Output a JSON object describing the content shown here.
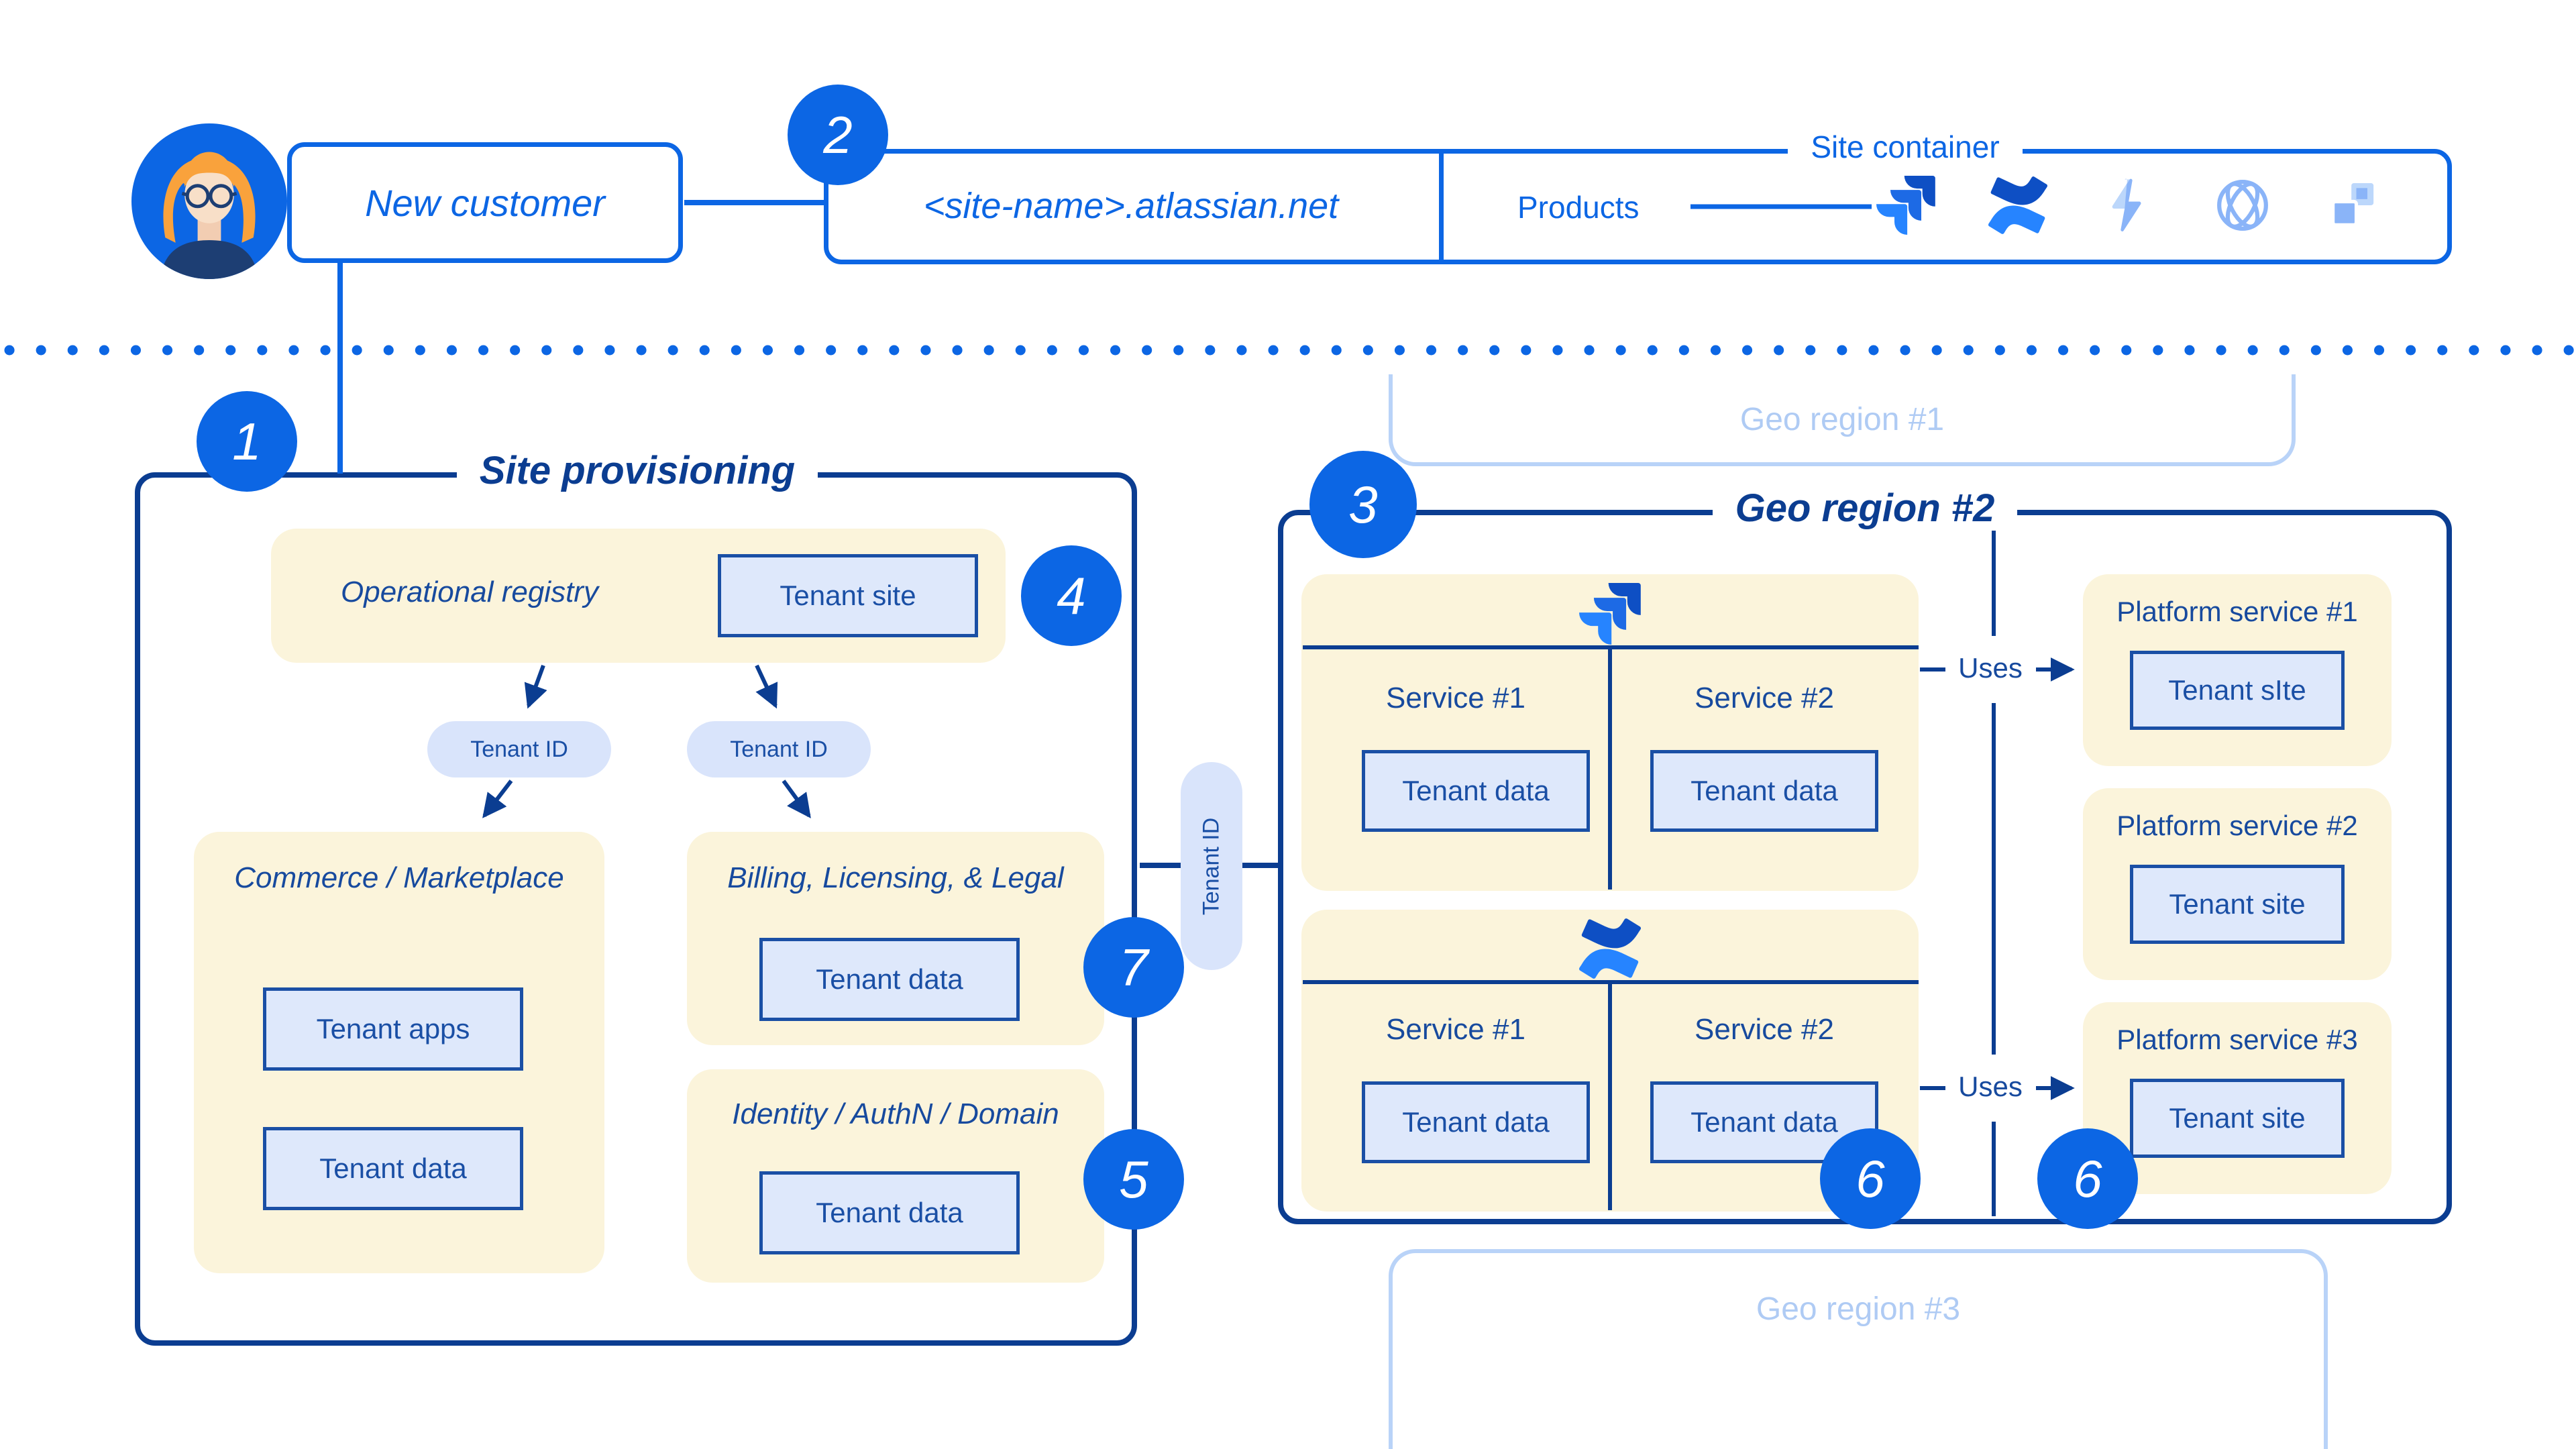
{
  "colors": {
    "bright_blue": "#0C66E4",
    "navy_border": "#0B3D91",
    "text_blue": "#1A4FA5",
    "cream_fill": "#FBF4DB",
    "tenant_fill": "#DEE8FB",
    "faded_region": "#AFCBF4"
  },
  "header": {
    "new_customer": "New customer",
    "step_badge": "2",
    "site_name": "<site-name>.atlassian.net",
    "site_container_label": "Site container",
    "products_label": "Products",
    "product_icons": [
      "jira-icon",
      "confluence-icon",
      "bolt-icon",
      "statuspage-icon",
      "squares-icon"
    ]
  },
  "site_provisioning": {
    "step_badge": "1",
    "title": "Site provisioning",
    "operational_registry": {
      "title": "Operational registry",
      "tenant_site": "Tenant site",
      "step_badge": "4"
    },
    "tenant_id_pill_left": "Tenant ID",
    "tenant_id_pill_right": "Tenant ID",
    "commerce": {
      "title": "Commerce / Marketplace",
      "tenant_apps": "Tenant apps",
      "tenant_data": "Tenant data"
    },
    "billing": {
      "title": "Billing, Licensing, & Legal",
      "tenant_data": "Tenant data",
      "step_badge": "7"
    },
    "identity": {
      "title": "Identity / AuthN / Domain",
      "tenant_data": "Tenant data",
      "step_badge": "5"
    }
  },
  "region_connector": {
    "tenant_id_pill": "Tenant ID"
  },
  "geo_region_1": {
    "label": "Geo region #1"
  },
  "geo_region_2": {
    "step_badge": "3",
    "title": "Geo region #2",
    "jira_group": {
      "icon": "jira-icon",
      "service_1": "Service #1",
      "service_2": "Service #2",
      "tenant_data_1": "Tenant data",
      "tenant_data_2": "Tenant data",
      "uses_label": "Uses"
    },
    "confluence_group": {
      "icon": "confluence-icon",
      "service_1": "Service #1",
      "service_2": "Service #2",
      "tenant_data_1": "Tenant data",
      "tenant_data_2": "Tenant data",
      "uses_label": "Uses",
      "step_badge": "6"
    },
    "platform_service_1": {
      "title": "Platform service #1",
      "tenant_site": "Tenant sIte"
    },
    "platform_service_2": {
      "title": "Platform service #2",
      "tenant_site": "Tenant site"
    },
    "platform_service_3": {
      "title": "Platform service #3",
      "tenant_site": "Tenant site",
      "step_badge": "6"
    }
  },
  "geo_region_3": {
    "label": "Geo region #3"
  }
}
